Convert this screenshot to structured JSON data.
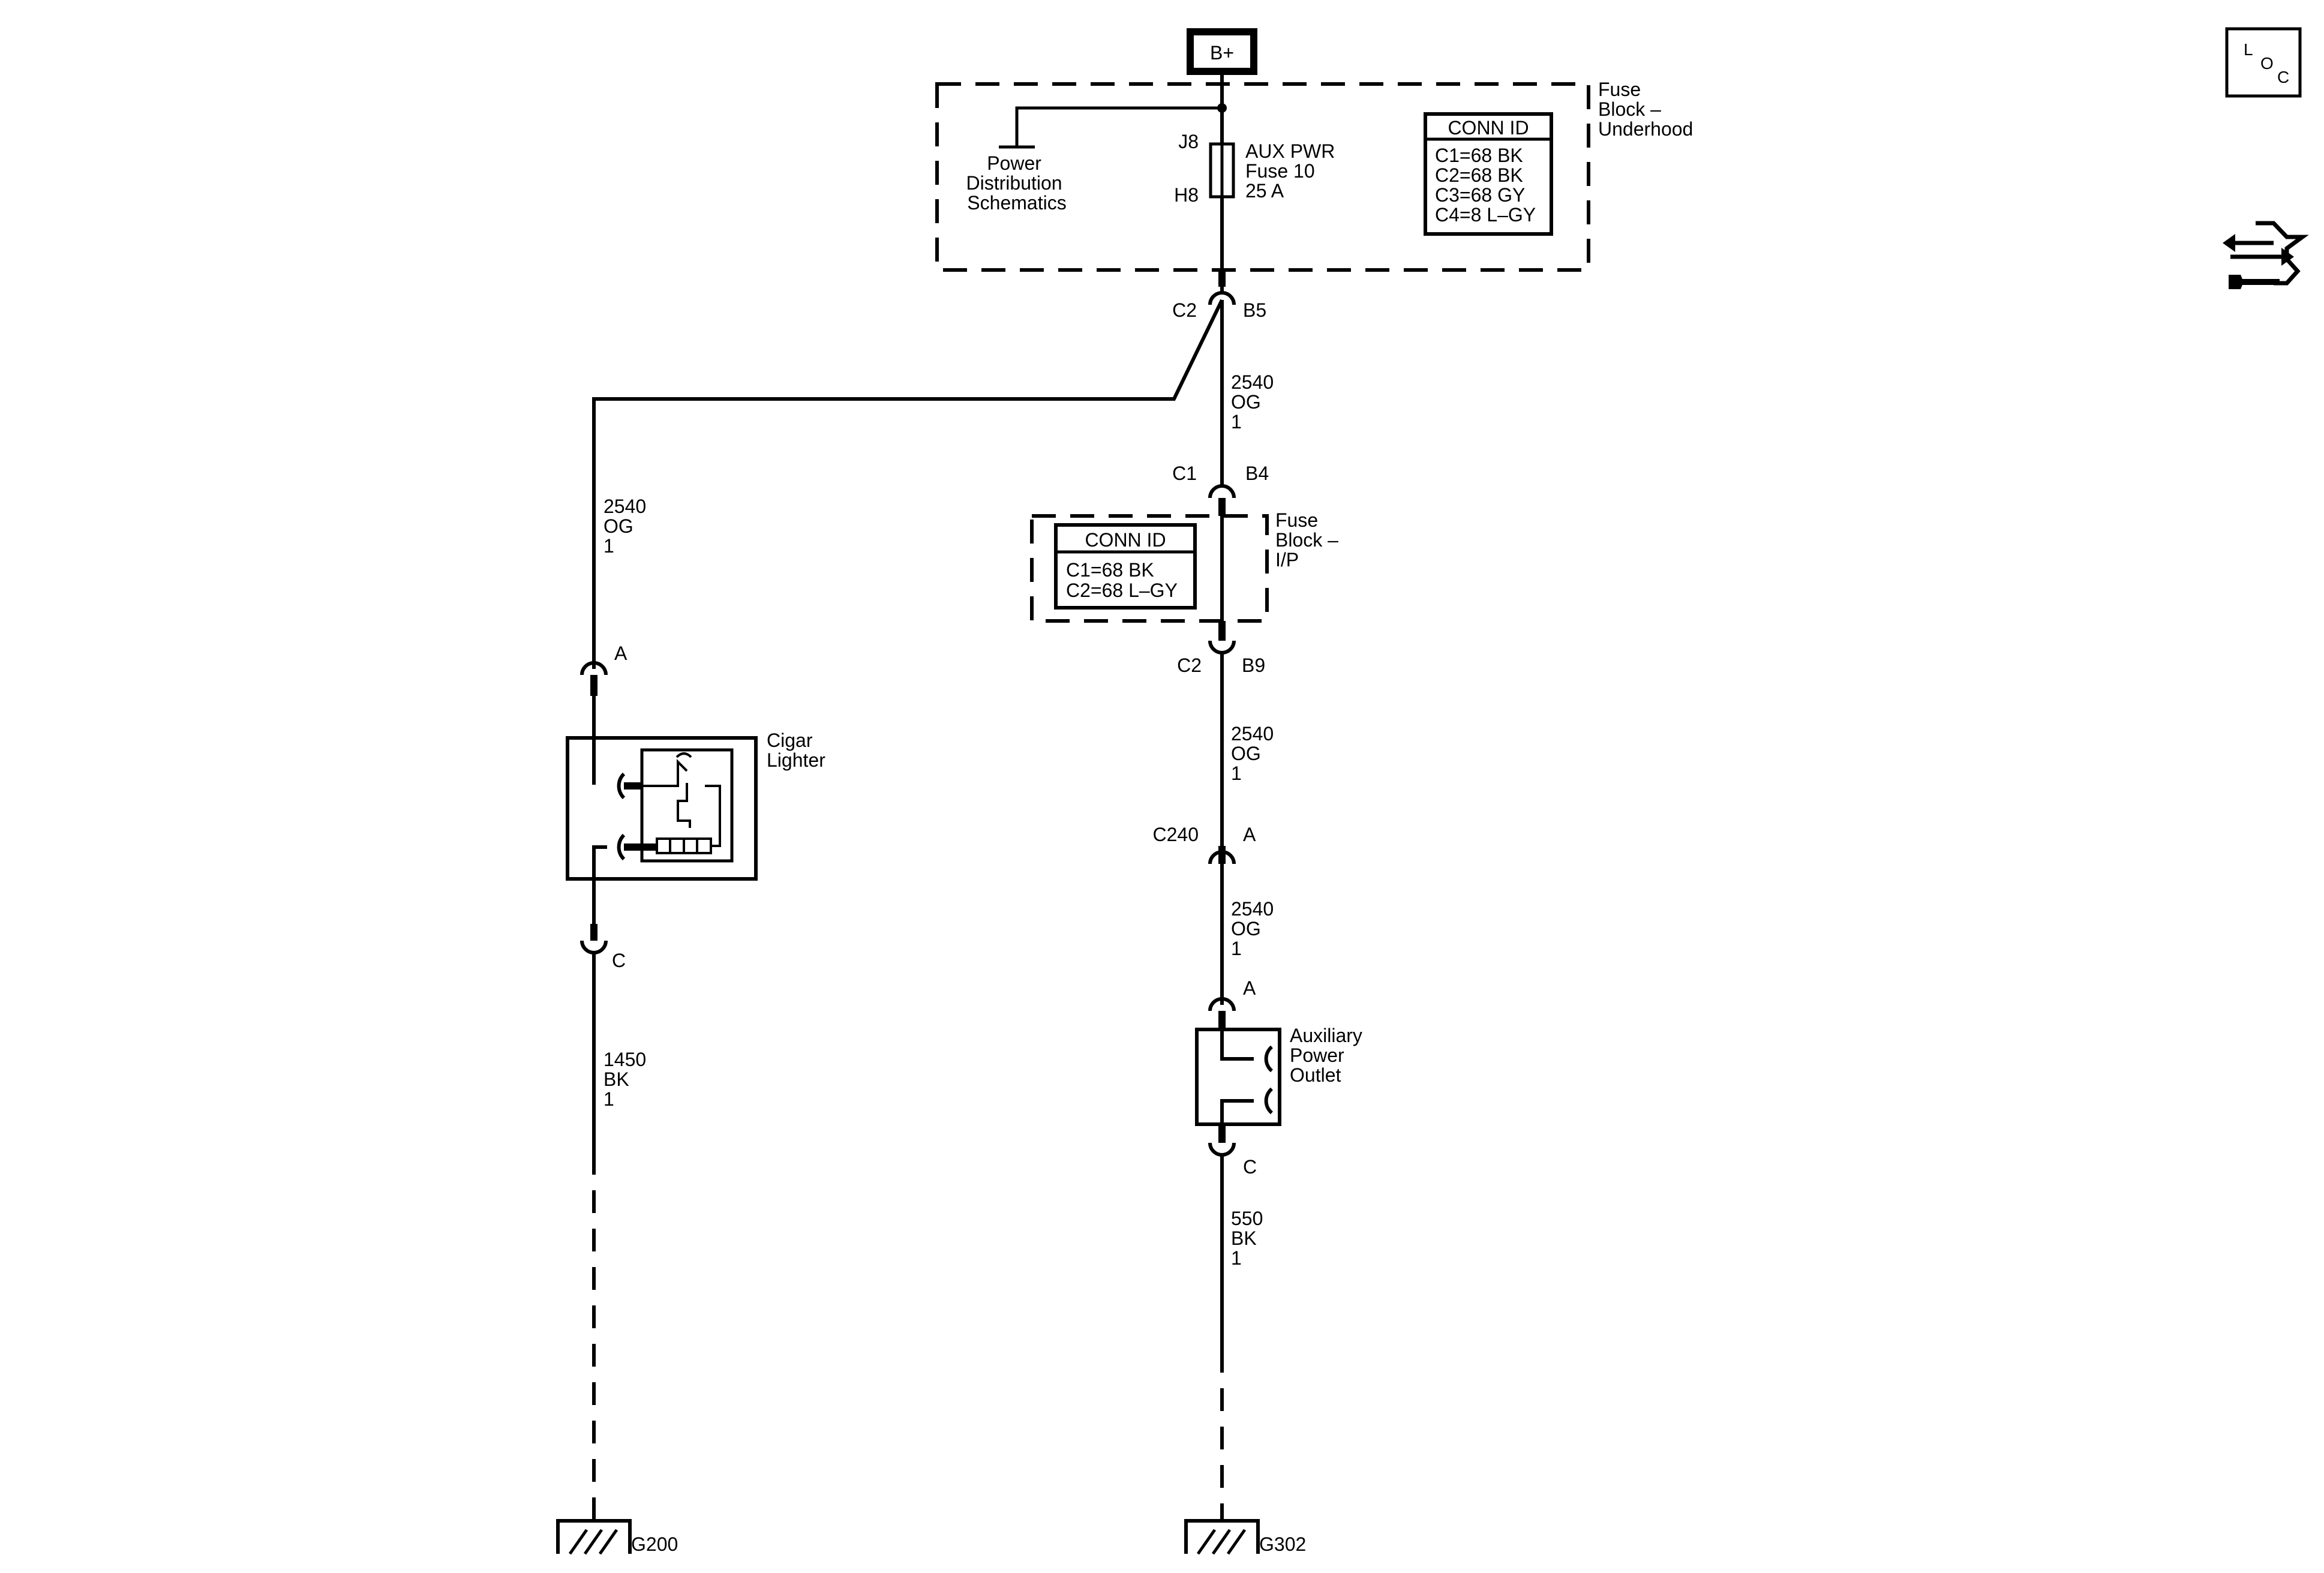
{
  "battery": {
    "label": "B+"
  },
  "loc_icon": {
    "letters": [
      "L",
      "O",
      "C"
    ]
  },
  "fuse_block_underhood": {
    "label_lines": [
      "Fuse",
      "Block –",
      "Underhood"
    ],
    "power_distribution_lines": [
      "Power",
      "Distribution",
      "Schematics"
    ],
    "fuse": {
      "top_terminal": "J8",
      "bottom_terminal": "H8",
      "label_lines": [
        "AUX PWR",
        "Fuse 10",
        "25 A"
      ]
    },
    "conn_id": {
      "title": "CONN ID",
      "rows": [
        "C1=68 BK",
        "C2=68 BK",
        "C3=68 GY",
        "C4=8 L–GY"
      ]
    },
    "out_conn_left": "C2",
    "out_conn_right": "B5"
  },
  "wire_right_upper": {
    "lines": [
      "2540",
      "OG",
      "1"
    ]
  },
  "wire_left_upper": {
    "lines": [
      "2540",
      "OG",
      "1"
    ]
  },
  "fuse_block_ip": {
    "label_lines": [
      "Fuse",
      "Block –",
      "I/P"
    ],
    "in_conn_left": "C1",
    "in_conn_right": "B4",
    "out_conn_left": "C2",
    "out_conn_right": "B9",
    "conn_id": {
      "title": "CONN ID",
      "rows": [
        "C1=68 BK",
        "C2=68 L–GY"
      ]
    }
  },
  "wire_right_mid": {
    "lines": [
      "2540",
      "OG",
      "1"
    ]
  },
  "inline_connector": {
    "name": "C240",
    "pin": "A"
  },
  "wire_right_lower": {
    "lines": [
      "2540",
      "OG",
      "1"
    ]
  },
  "cigar_lighter": {
    "label_lines": [
      "Cigar",
      "Lighter"
    ],
    "pin_in": "A",
    "pin_out": "C"
  },
  "aux_outlet": {
    "label_lines": [
      "Auxiliary",
      "Power",
      "Outlet"
    ],
    "pin_in": "A",
    "pin_out": "C"
  },
  "wire_left_ground": {
    "lines": [
      "1450",
      "BK",
      "1"
    ]
  },
  "wire_right_ground": {
    "lines": [
      "550",
      "BK",
      "1"
    ]
  },
  "ground_left": {
    "label": "G200"
  },
  "ground_right": {
    "label": "G302"
  }
}
